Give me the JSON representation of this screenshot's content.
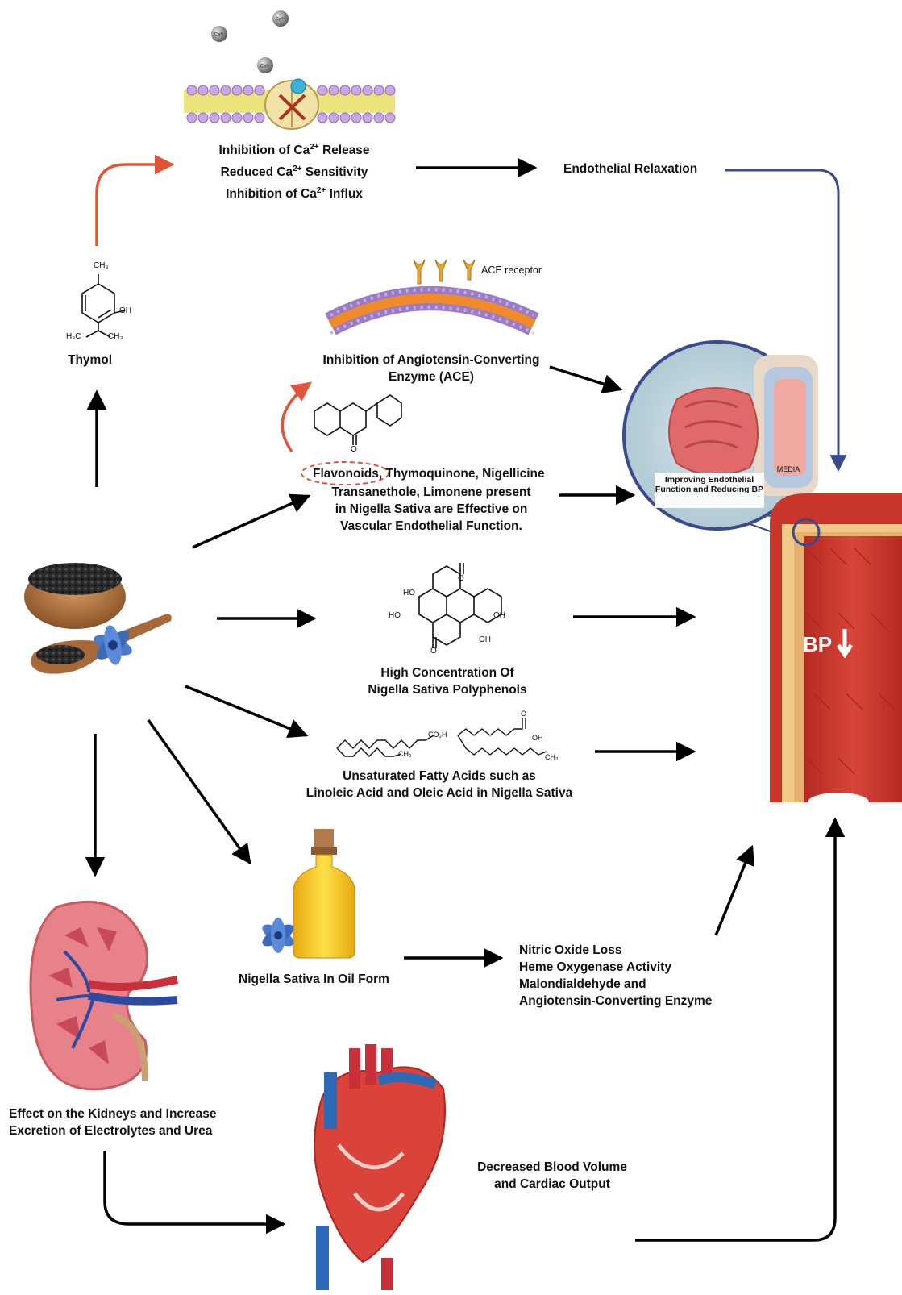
{
  "calcium": {
    "line1_pre": "Inhibition of Ca",
    "line1_sup": "2+",
    "line1_post": " Release",
    "line2_pre": "Reduced Ca",
    "line2_sup": "2+",
    "line2_post": " Sensitivity",
    "line3_pre": "Inhibition of Ca",
    "line3_sup": "2+",
    "line3_post": " Influx",
    "ion_label": "Ca²⁺"
  },
  "endothelial_relaxation": "Endothelial Relaxation",
  "thymol": {
    "name": "Thymol",
    "ch3_top": "CH₃",
    "oh": "OH",
    "h3c": "H₃C",
    "ch3_right": "CH₃"
  },
  "ace": {
    "receptor_label": "ACE   receptor",
    "line1": "Inhibition of Angiotensin-Converting",
    "line2": "Enzyme (ACE)"
  },
  "flavonoids": {
    "highlight": "Flavonoids,",
    "line1_rest": " Thymoquinone, Nigellicine",
    "line2": "Transanethole, Limonene present",
    "line3": "in Nigella Sativa are Effective on",
    "line4": "Vascular Endothelial Function.",
    "carbonyl_o": "O"
  },
  "vessel_inset": {
    "caption": "Improving Endothelial Function and Reducing BP",
    "media_label": "MEDIA"
  },
  "bp_label": "BP",
  "polyphenols": {
    "line1": "High Concentration Of",
    "line2": "Nigella Sativa Polyphenols",
    "oh": "OH",
    "ho": "HO",
    "o": "O"
  },
  "fatty_acids": {
    "line1": "Unsaturated Fatty Acids such as",
    "line2": "Linoleic Acid and Oleic Acid in Nigella Sativa",
    "co2h": "CO₂H",
    "ch3": "CH₃",
    "o": "O",
    "oh": "OH"
  },
  "oil": "Nigella Sativa In Oil Form",
  "nitric": {
    "line1": "Nitric Oxide Loss",
    "line2": "Heme Oxygenase Activity",
    "line3": "Malondialdehyde and",
    "line4": "Angiotensin-Converting Enzyme"
  },
  "kidney": {
    "line1": "Effect on the Kidneys and Increase",
    "line2": "Excretion of Electrolytes and Urea"
  },
  "heart": {
    "line1": "Decreased Blood Volume",
    "line2": "and Cardiac Output"
  },
  "colors": {
    "arrow_black": "#000000",
    "arrow_red": "#e0553a",
    "arrow_blue": "#3a4a8c",
    "artery_red": "#c9352b",
    "artery_cream": "#f3c98a",
    "membrane_purple": "#b79ad6",
    "membrane_orange": "#f08a2a",
    "oil_yellow": "#f2c21b"
  }
}
